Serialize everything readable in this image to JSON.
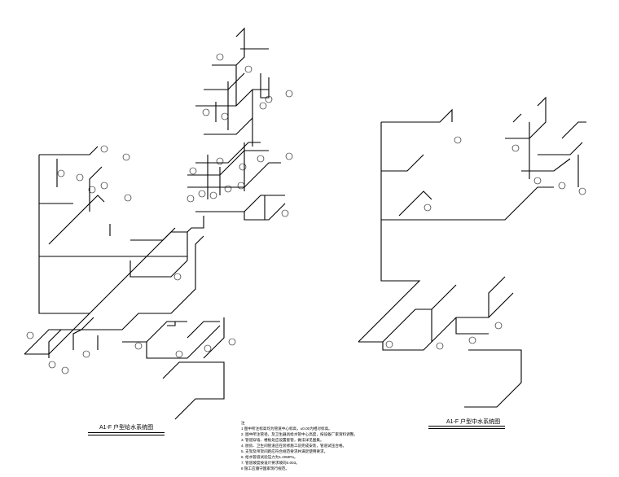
{
  "drawings": [
    {
      "title": "A1-F 户型给水系统图"
    },
    {
      "title": "A1-F 户型中水系统图"
    }
  ],
  "notes": {
    "heading": "注",
    "items": [
      "1  图中所注标高均为管道中心标高，±0.00为相对标高。",
      "2.  图中所注管径，及卫生器具给水管中心高度，按设备厂家资料调整。",
      "3.  管道穿墙、楼板处应设置套管，做法详见图集。",
      "4.  厨房、卫生间管道应在装修施工前完成安装，管道试压合格。",
      "5.  支架及吊架间距应符合规范要求并满足使用要求。",
      "6.  给水管道试验压力为1.20MPa。",
      "7.  管道坡度按设计要求坡向0.003。",
      "8  施工应遵守国家现行规范。"
    ]
  }
}
